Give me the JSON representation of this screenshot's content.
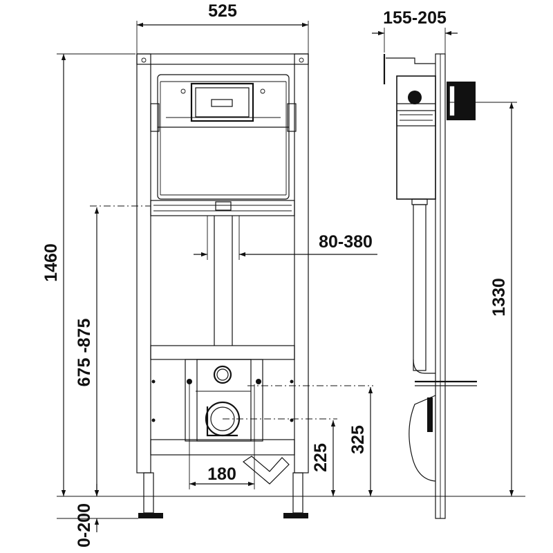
{
  "dimensions": {
    "frame_width": "525",
    "wall_distance": "155-205",
    "total_height": "1460",
    "flush_pipe_offset": "80-380",
    "seat_height": "675 -875",
    "flush_height": "1330",
    "mount_height": "325",
    "outlet_height": "225",
    "mount_spacing": "180",
    "leg_adjustment": "0-200"
  },
  "colors": {
    "line": "#111111",
    "background": "#ffffff"
  }
}
